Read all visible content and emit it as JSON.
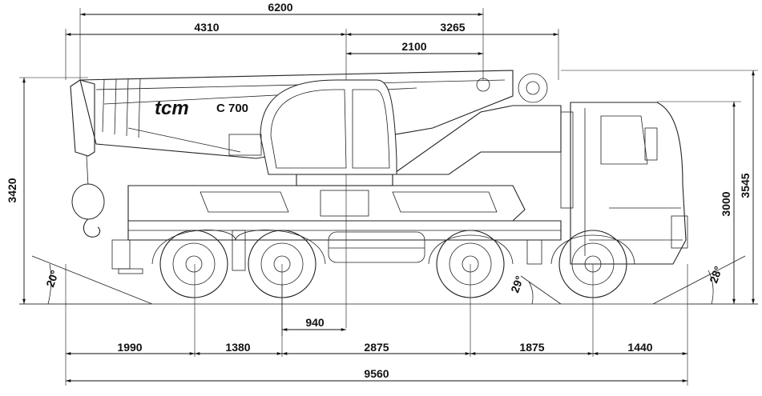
{
  "brand": {
    "logo": "tcm",
    "model": "C 700"
  },
  "dimensions": {
    "top": {
      "total_6200": "6200",
      "boom_4310": "4310",
      "rear_3265": "3265",
      "rear_2100": "2100"
    },
    "left": {
      "height_3420": "3420"
    },
    "right": {
      "height_3000": "3000",
      "height_3545": "3545"
    },
    "angles": {
      "left": "20°",
      "mid": "29°",
      "right": "28°"
    },
    "center": {
      "offset_940": "940"
    },
    "bottom": {
      "d1990": "1990",
      "d1380": "1380",
      "d2875": "2875",
      "d1875": "1875",
      "d1440": "1440",
      "total_9560": "9560"
    }
  }
}
